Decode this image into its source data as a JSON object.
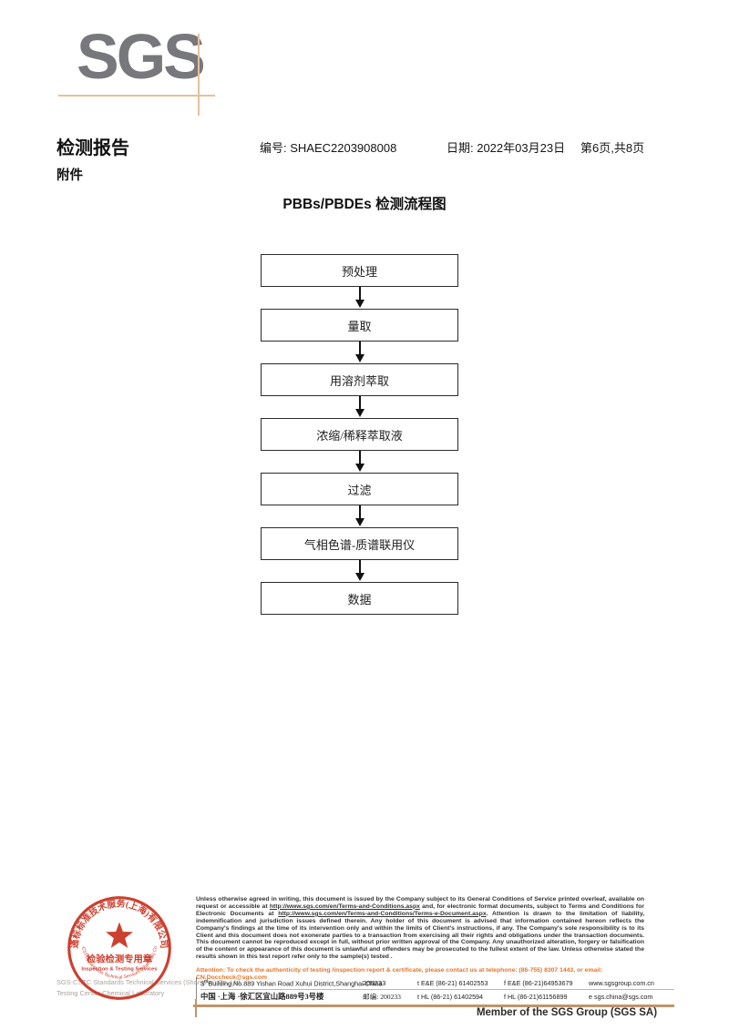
{
  "header": {
    "logo": "SGS",
    "report_title": "检测报告",
    "report_no": "编号: SHAEC2203908008",
    "date": "日期: 2022年03月23日",
    "page": "第6页,共8页",
    "attachment": "附件"
  },
  "flowchart": {
    "title": "PBBs/PBDEs 检测流程图",
    "steps": [
      "预处理",
      "量取",
      "用溶剂萃取",
      "浓缩/稀释萃取液",
      "过滤",
      "气相色谱-质谱联用仪",
      "数据"
    ]
  },
  "footer": {
    "fineprint": {
      "seg1": "Unless otherwise agreed in writing, this document is issued by the Company subject to its General Conditions of Service printed overleaf, available on request or accessible at ",
      "url1": "http://www.sgs.com/en/Terms-and-Conditions.aspx",
      "seg2": " and, for electronic format documents, subject to Terms and Conditions for Electronic Documents at ",
      "url2": "http://www.sgs.com/en/Terms-and-Conditions/Terms-e-Document.aspx",
      "seg3": ". Attention is drawn to the limitation of liability, indemnification and jurisdiction issues defined therein. Any holder of this document is advised that information contained hereon reflects the Company's findings at the time of its intervention only and within the limits of Client's instructions, if any. The Company's sole responsibility is to its Client and this document does not exonerate parties to a transaction from exercising all their rights and obligations under the transaction documents. This document cannot be reproduced except in full, without prior written approval of the Company. Any unauthorized alteration, forgery or falsification of the content or appearance of this document is unlawful and offenders may be prosecuted to the fullest extent of the law. Unless otherwise stated the results shown in this test report refer only to the sample(s) tested ."
    },
    "attention": "Attention: To check the authenticity of testing /inspection report & certificate, please contact us at telephone: (86-755) 8307 1443, or email: CN.Doccheck@sgs.com",
    "address": {
      "row1": {
        "no_prefix": "3",
        "no_sup": "rd",
        "street": "Building,No.889 Yishan Road Xuhui District,Shanghai China",
        "postcode": "200233",
        "tel": "t E&E (86-21) 61402553",
        "fax": "f E&E (86-21)64953679",
        "web": "www.sgsgroup.com.cn"
      },
      "row2": {
        "street": "中国 ·上海 ·徐汇区宜山路889号3号楼",
        "postcode": "邮编: 200233",
        "tel": "t HL (86-21) 61402594",
        "fax": "f HL (86-21)61156899",
        "email": "e sgs.china@sgs.com"
      }
    },
    "member": "Member of the SGS Group (SGS SA)"
  },
  "stamp": {
    "ring_cn": "通标标准技术服务(上海)有限公司",
    "ring_en": "SGS-CSTC Standards Technical Services (Shanghai) Co.,Ltd.",
    "center_cn": "检验检测专用章",
    "center_en": "Inspection & Testing Services",
    "company_line1": "SGS-CSTC Standards Technical Services (Shanghai) Co.,Ltd.",
    "company_line2": "Testing Center-Chemical Laboratory"
  },
  "colors": {
    "stamp_red": "#c8301e",
    "attention_orange": "#e1762c",
    "tan_line": "#bf9569",
    "logo_gray": "#77787b"
  }
}
